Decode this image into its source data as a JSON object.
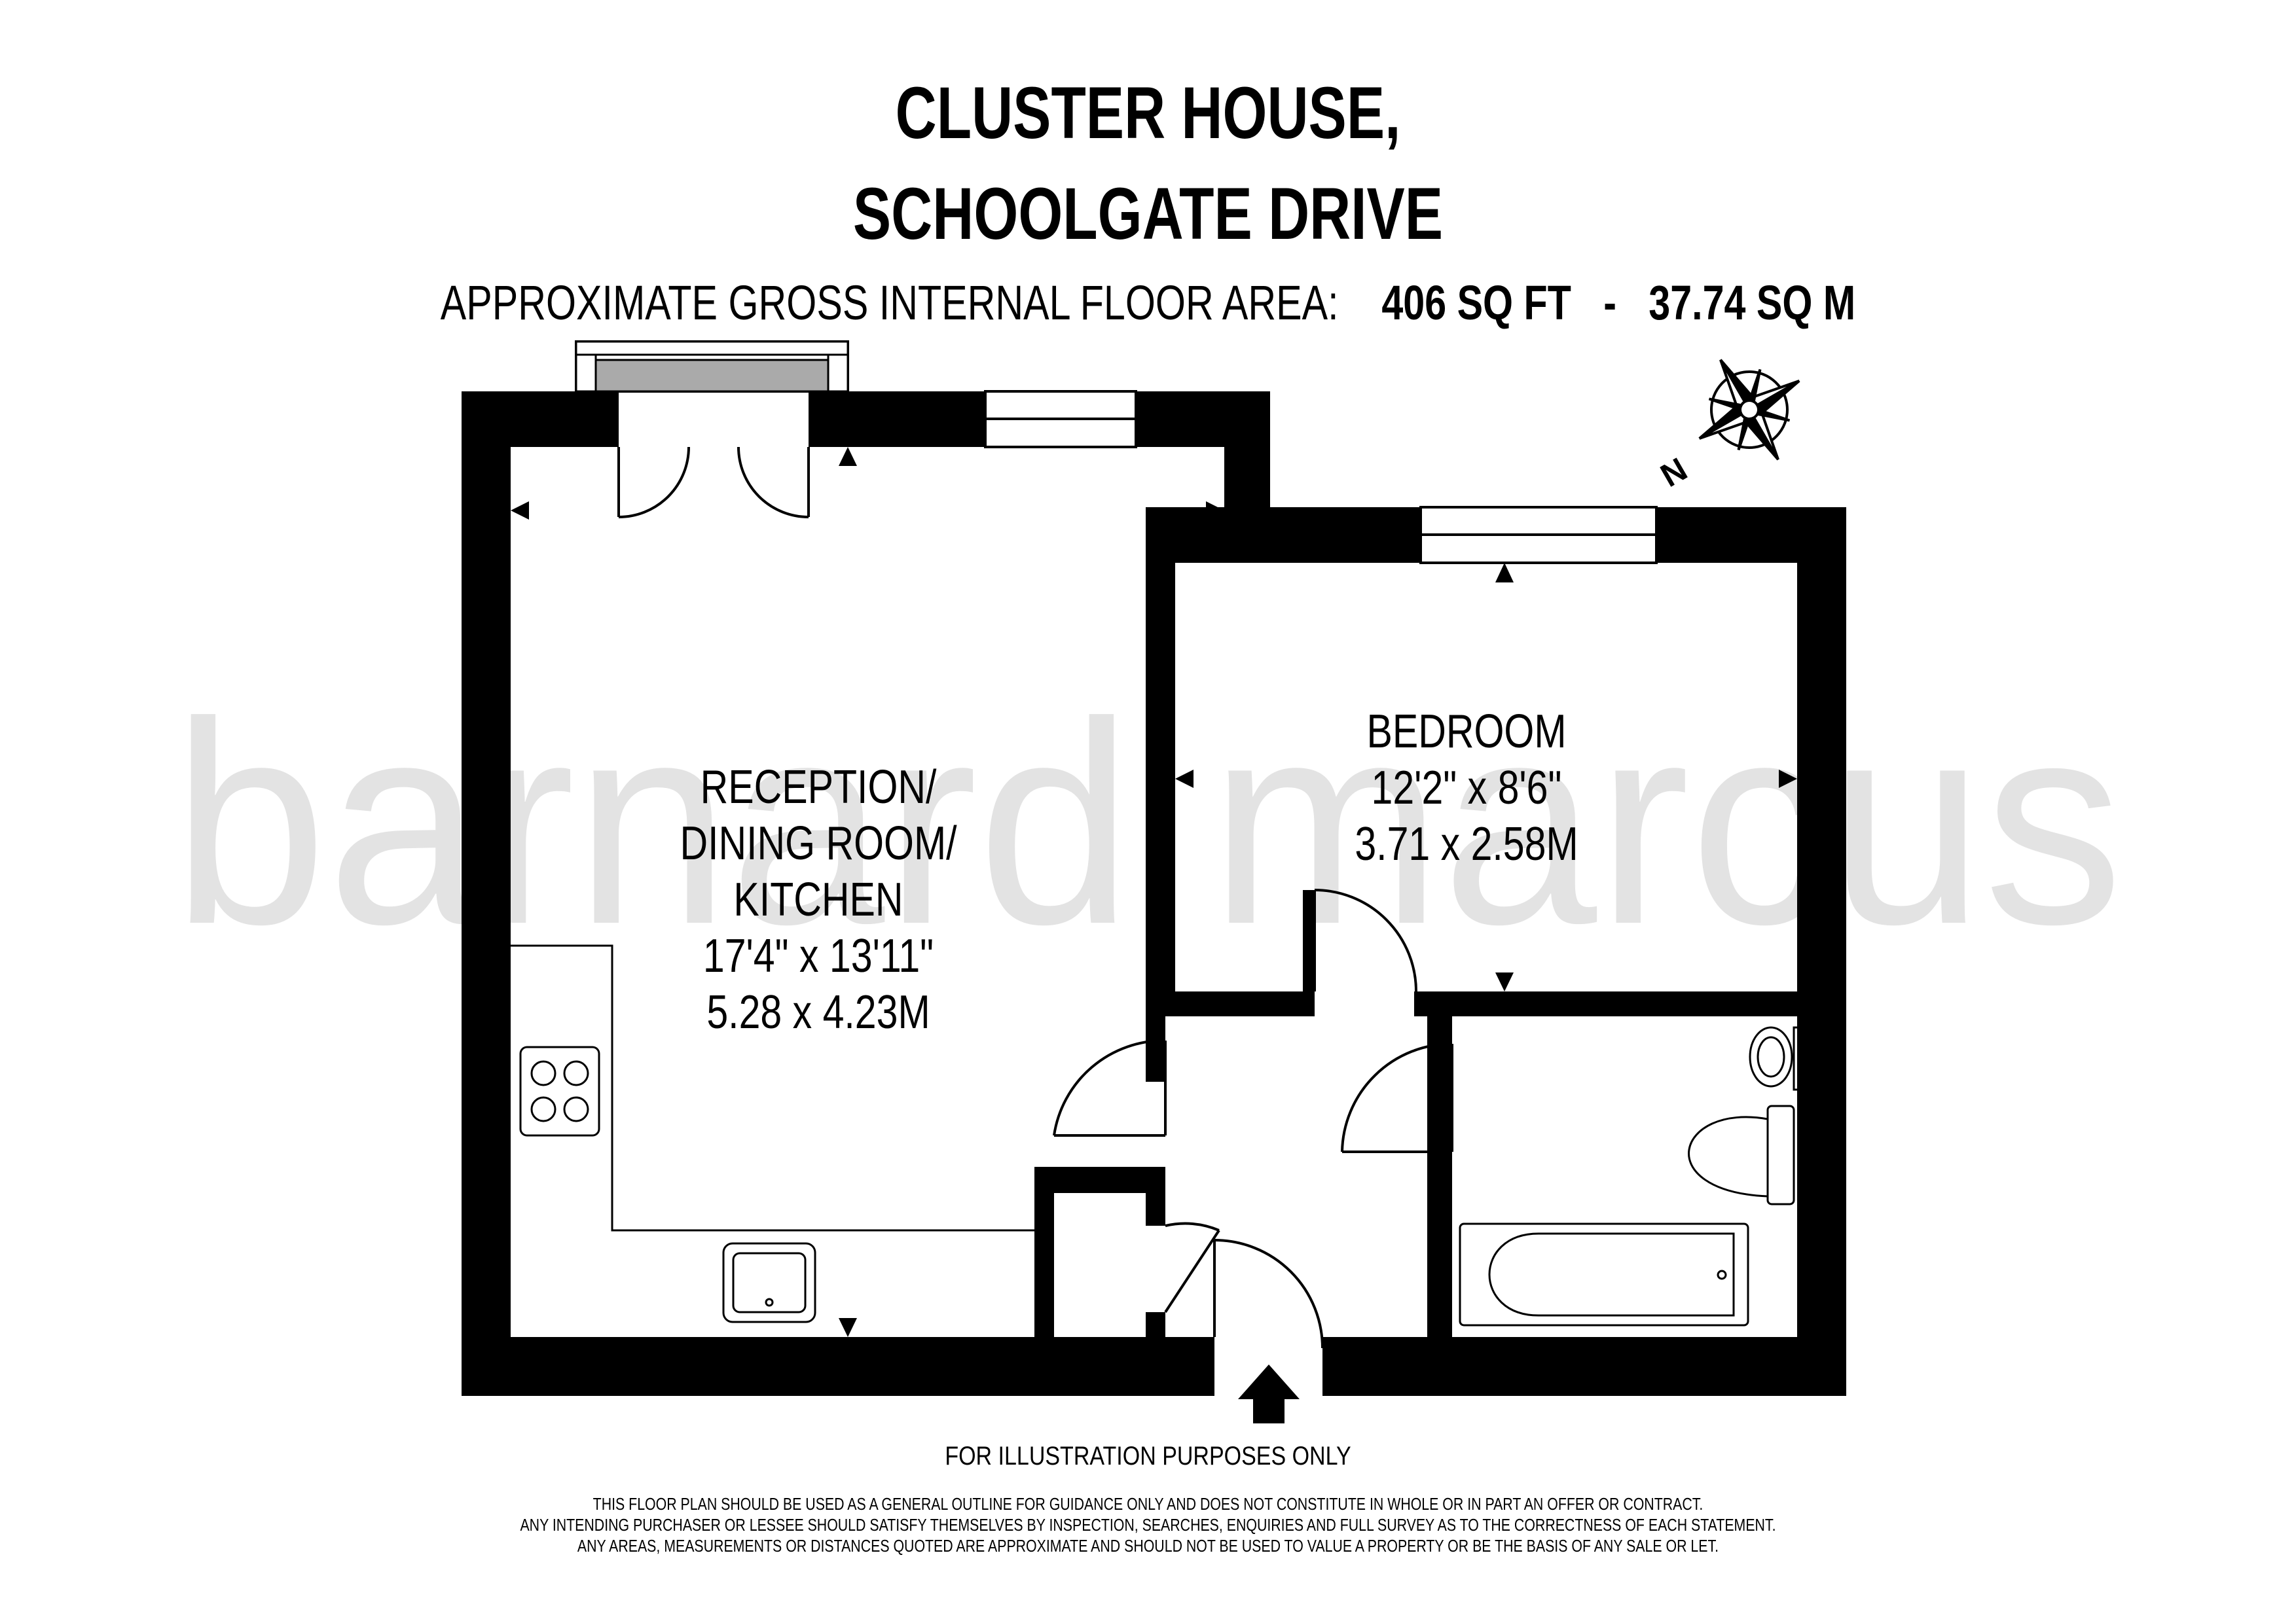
{
  "header": {
    "line1": "CLUSTER HOUSE,",
    "line2": "SCHOOLGATE DRIVE",
    "area_label": "APPROXIMATE GROSS INTERNAL FLOOR AREA:",
    "area_sqft": "406 SQ FT",
    "area_sep": "-",
    "area_sqm": "37.74 SQ M"
  },
  "watermark": {
    "text": "barnard marcus"
  },
  "compass": {
    "icon": "compass-rose-icon",
    "north_label": "N"
  },
  "rooms": {
    "reception": {
      "l1": "RECEPTION/",
      "l2": "DINING ROOM/",
      "l3": "KITCHEN",
      "imperial": "17'4\" x 13'11\"",
      "metric": "5.28 x 4.23M"
    },
    "bedroom": {
      "l1": "BEDROOM",
      "imperial": "12'2\" x 8'6\"",
      "metric": "3.71 x 2.58M"
    }
  },
  "entrance": {
    "icon": "entrance-arrow-icon"
  },
  "footer": {
    "illustration": "FOR ILLUSTRATION PURPOSES ONLY",
    "disclaimer1": "THIS FLOOR PLAN SHOULD BE USED AS A GENERAL OUTLINE FOR GUIDANCE ONLY AND DOES NOT CONSTITUTE IN WHOLE OR IN PART AN OFFER OR CONTRACT.",
    "disclaimer2": "ANY INTENDING PURCHASER OR LESSEE SHOULD SATISFY THEMSELVES BY INSPECTION, SEARCHES, ENQUIRIES AND FULL SURVEY AS TO THE CORRECTNESS OF EACH STATEMENT.",
    "disclaimer3": "ANY AREAS, MEASUREMENTS OR DISTANCES QUOTED ARE APPROXIMATE AND SHOULD NOT BE USED TO VALUE A PROPERTY OR BE THE BASIS OF ANY SALE OR LET."
  }
}
